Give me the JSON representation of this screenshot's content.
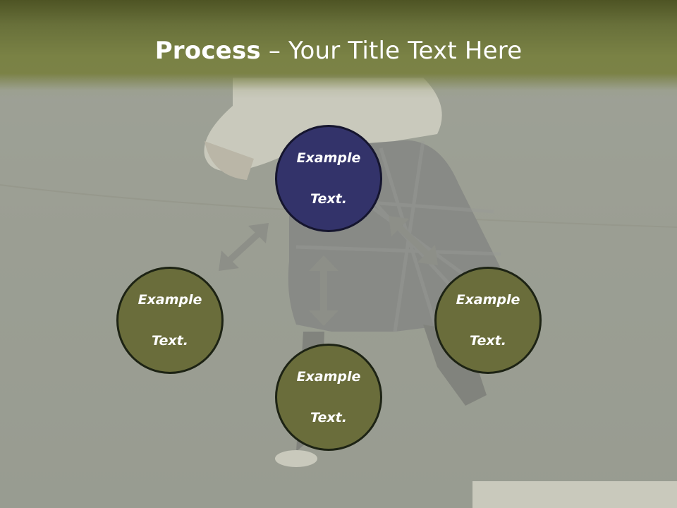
{
  "slide": {
    "title_bold": "Process",
    "title_rest": " – Your Title Text Here"
  },
  "diagram": {
    "center_node": {
      "line1": "Example",
      "line2": "Text."
    },
    "left_node": {
      "line1": "Example",
      "line2": "Text."
    },
    "right_node": {
      "line1": "Example",
      "line2": "Text."
    },
    "bottom_node": {
      "line1": "Example",
      "line2": "Text."
    }
  },
  "colors": {
    "title_bar": "#7b8246",
    "center_node_fill": "#33336a",
    "node_fill": "#6a6d3b",
    "arrow": "#8d8f88",
    "title_text": "#ffffff"
  }
}
